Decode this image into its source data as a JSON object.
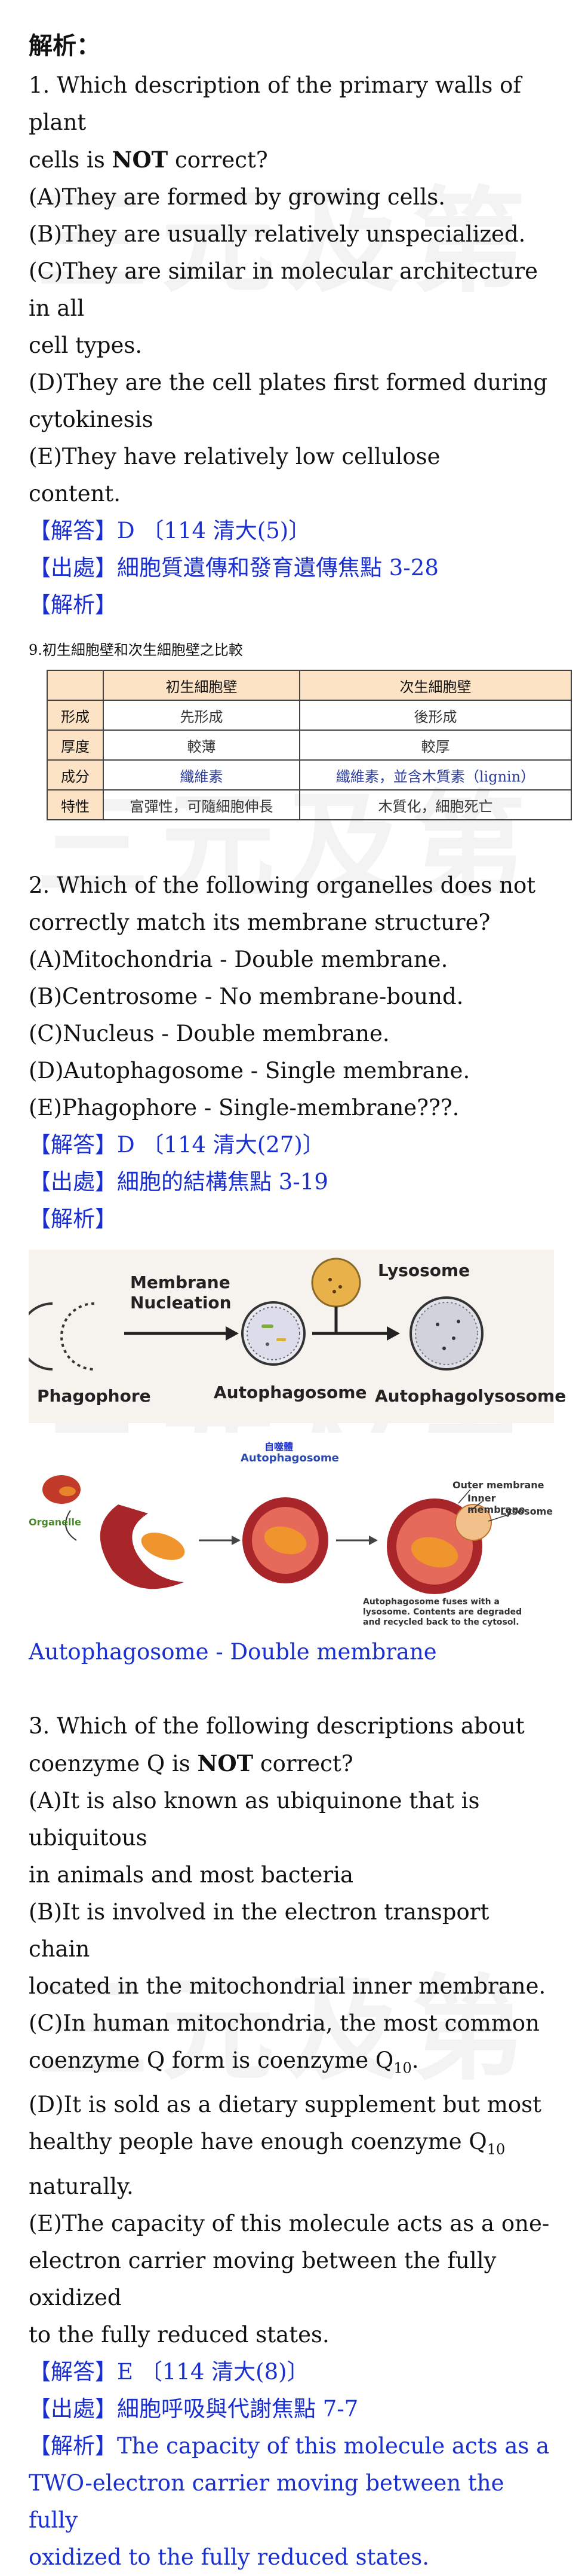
{
  "header": {
    "title": "解析："
  },
  "q1": {
    "question_line1": "1. Which description of the primary walls of plant",
    "question_line2_pre": "cells is ",
    "question_bold": "NOT",
    "question_line2_post": " correct?",
    "options": [
      "(A)They are formed by growing cells.",
      "(B)They are usually relatively unspecialized.",
      "(C)They are similar in molecular architecture in all",
      "cell types.",
      "(D)They are the cell plates first formed during",
      "cytokinesis",
      "(E)They have relatively low cellulose",
      "content."
    ],
    "answer": "【解答】D 〔114 清大(5)〕",
    "source": "【出處】細胞質遺傳和發育遺傳焦點 3-28",
    "analysis": "【解析】",
    "table_caption": "9.初生細胞壁和次生細胞壁之比較",
    "table": {
      "headers": [
        "",
        "初生細胞壁",
        "次生細胞壁"
      ],
      "rows": [
        [
          "形成",
          "先形成",
          "後形成"
        ],
        [
          "厚度",
          "較薄",
          "較厚"
        ],
        [
          "成分",
          "纖維素",
          "纖維素，並含木質素（lignin）"
        ],
        [
          "特性",
          "富彈性，可隨細胞伸長",
          "木質化，細胞死亡"
        ]
      ]
    }
  },
  "q2": {
    "question_line1": "2. Which of the following organelles does not",
    "question_line2": "correctly match its membrane structure?",
    "options": [
      "(A)Mitochondria - Double membrane.",
      "(B)Centrosome - No membrane-bound.",
      "(C)Nucleus - Double membrane.",
      "(D)Autophagosome - Single membrane.",
      "(E)Phagophore - Single-membrane???."
    ],
    "answer": "【解答】D 〔114 清大(27)〕",
    "source": "【出處】細胞的結構焦點 3-19",
    "analysis": "【解析】",
    "figure1": {
      "membrane_nucleation": [
        "Membrane",
        "Nucleation"
      ],
      "lysosome": "Lysosome",
      "phagophore": "Phagophore",
      "autophagosome": "Autophagosome",
      "autophagolysosome": "Autophagolysosome"
    },
    "figure2": {
      "title_zh": "自噬體",
      "title_en": "Autophagosome",
      "organelle": "Organelle",
      "outer_membrane": "Outer membrane",
      "inner_membrane": "Inner membrane",
      "lysosome": "Lysosome",
      "caption": [
        "Autophagosome fuses with a",
        "lysosome. Contents are degraded",
        "and recycled back to the cytosol."
      ]
    },
    "conclusion": "Autophagosome - Double membrane"
  },
  "q3": {
    "question_line1": "3. Which of the following descriptions about",
    "question_line2_pre": "coenzyme Q is ",
    "question_bold": "NOT",
    "question_line2_post": " correct?",
    "option_a1": "(A)It is also known as ubiquinone that is ubiquitous",
    "option_a2": "in animals and most bacteria",
    "option_b1": "(B)It is involved in the electron transport chain",
    "option_b2": "located in the mitochondrial inner membrane.",
    "option_c1": "(C)In human mitochondria, the most common",
    "option_c2_pre": "coenzyme Q form is coenzyme Q",
    "option_c2_sub": "10",
    "option_c2_post": ".",
    "option_d1": "(D)It is sold as a dietary supplement but most",
    "option_d2_pre": "healthy people have enough coenzyme Q",
    "option_d2_sub": "10",
    "option_d2_post": " naturally.",
    "option_e1": "(E)The capacity of this molecule acts as a one-",
    "option_e2": "electron carrier moving between the fully oxidized",
    "option_e3": "to the fully reduced states.",
    "answer": "【解答】E 〔114 清大(8)〕",
    "source": "【出處】細胞呼吸與代謝焦點 7-7",
    "analysis_label": "【解析】",
    "analysis_text1": "The capacity of this molecule acts as a",
    "analysis_text2": "TWO-electron carrier moving between the fully",
    "analysis_text3": "oxidized to the fully reduced states."
  },
  "watermarks": [
    "三元及第",
    "三元及第",
    "三元及第",
    "三元及第"
  ]
}
